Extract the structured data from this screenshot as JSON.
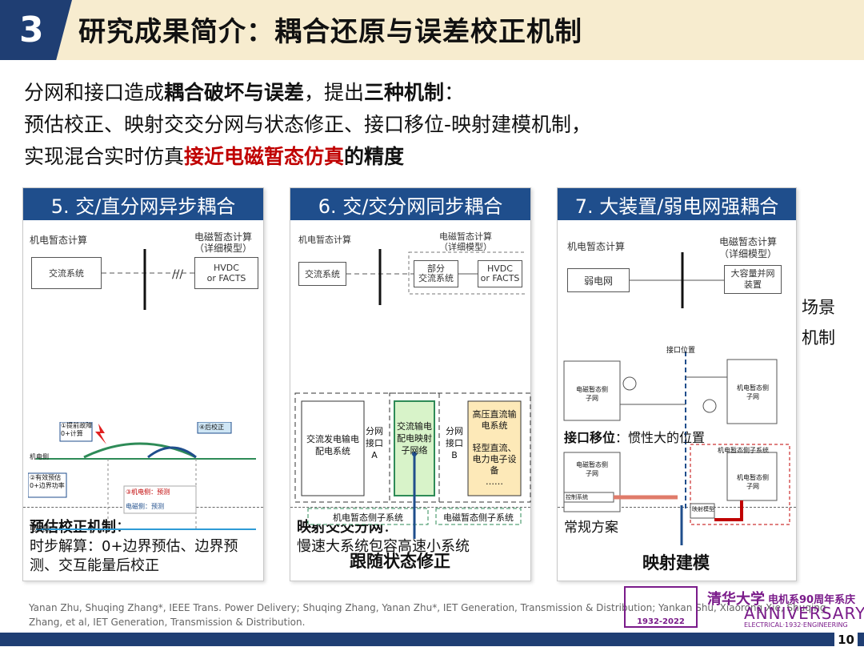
{
  "header": {
    "number": "3",
    "title": "研究成果简介：耦合还原与误差校正机制"
  },
  "intro": {
    "line1_a": "分网和接口造成",
    "line1_b": "耦合破坏与误差",
    "line1_c": "，提出",
    "line1_d": "三种机制",
    "line1_e": "：",
    "line2": "预估校正、映射交交分网与状态修正、接口移位-映射建模机制，",
    "line3_a": "实现混合实时仿真",
    "line3_b": "接近电磁暂态仿真",
    "line3_c": "的精度"
  },
  "side_labels": {
    "scene": "场景",
    "mech": "机制"
  },
  "panels": [
    {
      "title": "5. 交/直分网异步耦合",
      "left_label": "机电暂态计算",
      "right_label": "电磁暂态计算\n（详细模型）",
      "box_left": "交流系统",
      "box_right": "HVDC\nor FACTS",
      "mech_title": "预估校正机制",
      "mech_colon": "：",
      "mech_text": "时步解算：0+边界预估、边界预测、交互能量后校正",
      "diag": {
        "step1": "①提前故障0+计算",
        "step2": "②有效预估0+边界功率",
        "step3": "③机电侧：预测",
        "step3b": "电磁侧：预测",
        "step4": "④后校正",
        "axis_top": "机电侧",
        "axis_bottom": "电磁侧"
      }
    },
    {
      "title": "6. 交/交分网同步耦合",
      "left_label": "机电暂态计算",
      "right_label": "电磁暂态计算\n（详细模型）",
      "box_left": "交流系统",
      "box_mid": "部分\n交流系统",
      "box_right": "HVDC\nor FACTS",
      "mech_title": "映射交交分网",
      "mech_colon": "：",
      "mech_text": "慢速大系统包容高速小系统",
      "diag": {
        "b1": "交流发电输电配电系统",
        "b2": "分网接口A",
        "b3": "交流输电配电映射子网络",
        "b4": "分网接口B",
        "b5": "高压直流输电系统\n\n轻型直流、电力电子设备\n……",
        "bottom_left": "机电暂态侧子系统",
        "bottom_right": "电磁暂态侧子系统"
      },
      "footer": "跟随状态修正"
    },
    {
      "title": "7. 大装置/弱电网强耦合",
      "left_label": "机电暂态计算",
      "right_label": "电磁暂态计算\n（详细模型）",
      "box_left": "弱电网",
      "box_right": "大容量并网\n装置",
      "mech_title1": "常规方案",
      "mech_title2": "接口移位",
      "mech_colon": "：",
      "mech_text2": "惯性大的位置",
      "diag": {
        "iface": "接口位置",
        "em_sub": "电磁暂态侧\n子网",
        "elm_sub": "机电暂态侧\n子网",
        "elm_sub2": "机电暂态侧子系统",
        "ctrl": "控制系统",
        "mapping": "映射模型"
      },
      "footer": "映射建模"
    }
  ],
  "footer": {
    "refs": "Yanan Zhu, Shuqing Zhang*, IEEE Trans. Power Delivery; Shuqing Zhang, Yanan Zhu*, IET Generation, Transmission & Distribution; Yankan Shu, Xiaorong Xie, Shuqing Zhang, et al, IET Generation, Transmission & Distribution.",
    "page": "10",
    "logo_dept": "电机系90周年系庆",
    "logo_en": "ANNIVERSARY",
    "logo_sub": "ELECTRICAL·1932·ENGINEERING",
    "logo_uni": "清华大学",
    "logo_years": "1932-2022"
  },
  "colors": {
    "navy": "#1f3e73",
    "panel_header": "#1f4e8c",
    "red": "#c00000",
    "green": "#2e8b57",
    "header_bg": "#f7eccf"
  }
}
